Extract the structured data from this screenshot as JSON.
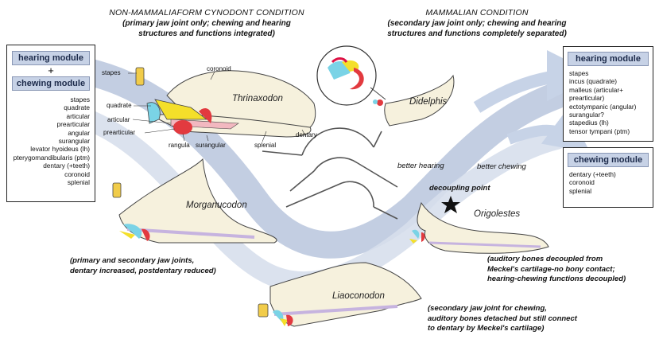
{
  "headers": {
    "left_title": "NON-MAMMALIAFORM CYNODONT CONDITION",
    "left_sub1": "(primary jaw joint only; chewing and hearing",
    "left_sub2": "structures and functions integrated)",
    "right_title": "MAMMALIAN CONDITION",
    "right_sub1": "(secondary jaw joint only; chewing and hearing",
    "right_sub2": "structures and functions completely separated)"
  },
  "left_box": {
    "hearing": "hearing module",
    "plus": "+",
    "chewing": "chewing module",
    "items": [
      "stapes",
      "quadrate",
      "articular",
      "prearticular",
      "angular",
      "surangular",
      "levator hyoideus (lh)",
      "pterygomandibularis (ptm)",
      "dentary (+teeth)",
      "coronoid",
      "splenial"
    ]
  },
  "right_hearing_box": {
    "title": "hearing module",
    "items": [
      "stapes",
      "incus (quadrate)",
      "malleus (articular+",
      "prearticular)",
      "ectotympanic (angular)",
      "surangular?",
      "stapedius (lh)",
      "tensor tympani (ptm)"
    ]
  },
  "right_chewing_box": {
    "title": "chewing module",
    "items": [
      "dentary (+teeth)",
      "coronoid",
      "splenial"
    ]
  },
  "bone_labels": {
    "stapes": "stapes",
    "quadrate": "quadrate",
    "articular": "articular",
    "prearticular": "prearticular",
    "rangula": "rangula",
    "surangular": "surangular",
    "splenial": "splenial",
    "dentary": "dentary",
    "coronoid": "coronoid"
  },
  "taxa": {
    "thrinaxodon": "Thrinaxodon",
    "didelphis": "Didelphis",
    "morganucodon": "Morganucodon",
    "origolestes": "Origolestes",
    "liaoconodon": "Liaoconodon"
  },
  "notes": {
    "morg1": "(primary and secondary jaw joints,",
    "morg2": "dentary increased, postdentary reduced)",
    "orig1": "(auditory bones decoupled from",
    "orig2": "Meckel's cartilage-no bony contact;",
    "orig3": "hearing-chewing functions decoupled)",
    "liao1": "(secondary jaw joint for chewing,",
    "liao2": "auditory bones detached but still connect",
    "liao3": "to dentary by Meckel's cartilage)"
  },
  "center": {
    "better_hearing": "better hearing",
    "better_chewing": "better chewing",
    "decoupling_point": "decoupling point"
  },
  "colors": {
    "band": "#b9c6dd",
    "band_light": "#d7dfec",
    "bone": "#f6f1dd",
    "quadrate": "#f4df2a",
    "stapes": "#f1cc4a",
    "articular": "#7ad3e6",
    "angular": "#e23a3f",
    "prearticular": "#f2b8c0",
    "splenial": "#c6b3df"
  }
}
